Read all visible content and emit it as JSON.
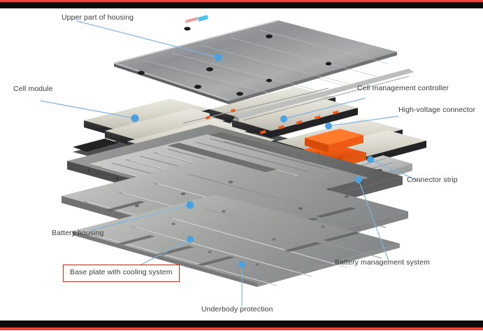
{
  "frame": {
    "top_accent_color": "#e8453c",
    "top_bar_color": "#0b0b0b",
    "bottom_bar_color": "#0b0b0b",
    "bottom_accent_color": "#e8453c"
  },
  "figure": {
    "type": "exploded-view-technical-diagram",
    "subject": "Electric vehicle battery pack",
    "leader_line_color": "#7fb4e0",
    "leader_dot_color": "#4aa3e0",
    "highlight_box_color": "#c0392b",
    "palette": {
      "housing_metal": "#9a9a9a",
      "cell_module_top": "#d8d6cc",
      "cell_module_body": "#2a2a2c",
      "hv_orange": "#ef5a14",
      "base_plate": "#8d8f8c",
      "underbody_plate": "#a9aaa6"
    },
    "callouts": [
      {
        "id": "upper-part-of-housing",
        "label": "Upper part of housing"
      },
      {
        "id": "cell-module",
        "label": "Cell module"
      },
      {
        "id": "cell-management-controller",
        "label": "Cell management controller"
      },
      {
        "id": "high-voltage-connector",
        "label": "High-voltage connector"
      },
      {
        "id": "connector-strip",
        "label": "Connector strip"
      },
      {
        "id": "battery-housing",
        "label": "Battery housing"
      },
      {
        "id": "base-plate-with-cooling-system",
        "label": "Base plate with cooling system",
        "highlighted": true
      },
      {
        "id": "battery-management-system",
        "label": "Battery management system"
      },
      {
        "id": "underbody-protection",
        "label": "Underbody protection"
      }
    ]
  }
}
